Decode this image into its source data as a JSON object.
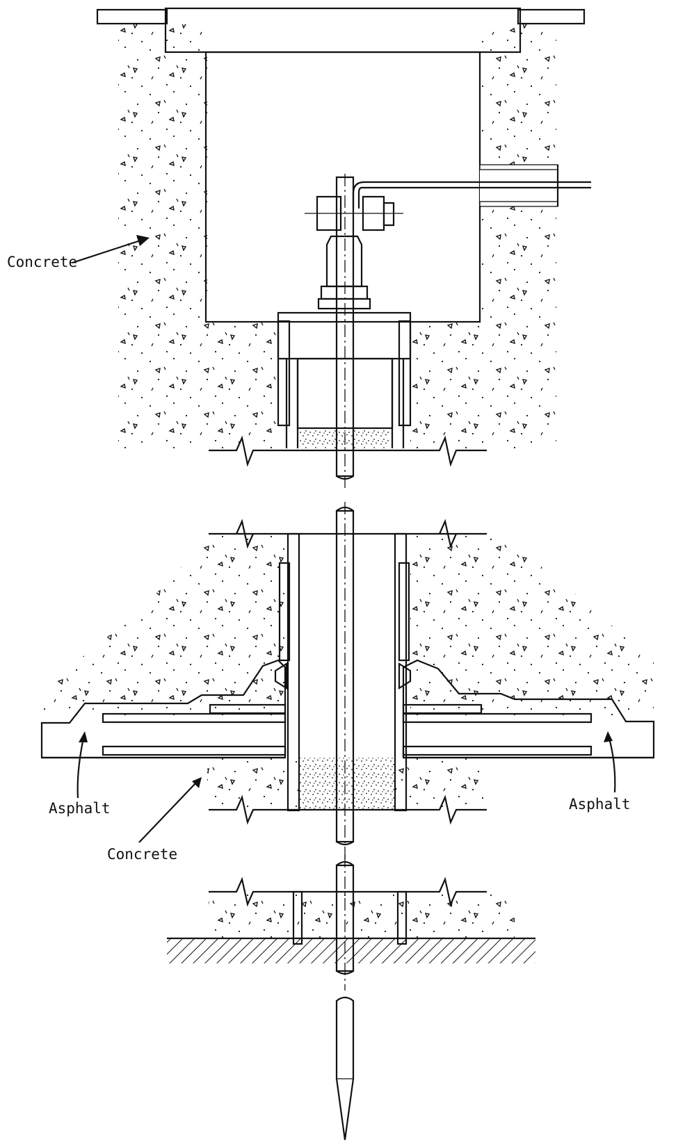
{
  "labels": {
    "concrete_top": "Concrete",
    "concrete_bottom": "Concrete",
    "asphalt_left": "Asphalt",
    "asphalt_right": "Asphalt"
  },
  "colors": {
    "ink": "#111111",
    "background": "#ffffff"
  }
}
